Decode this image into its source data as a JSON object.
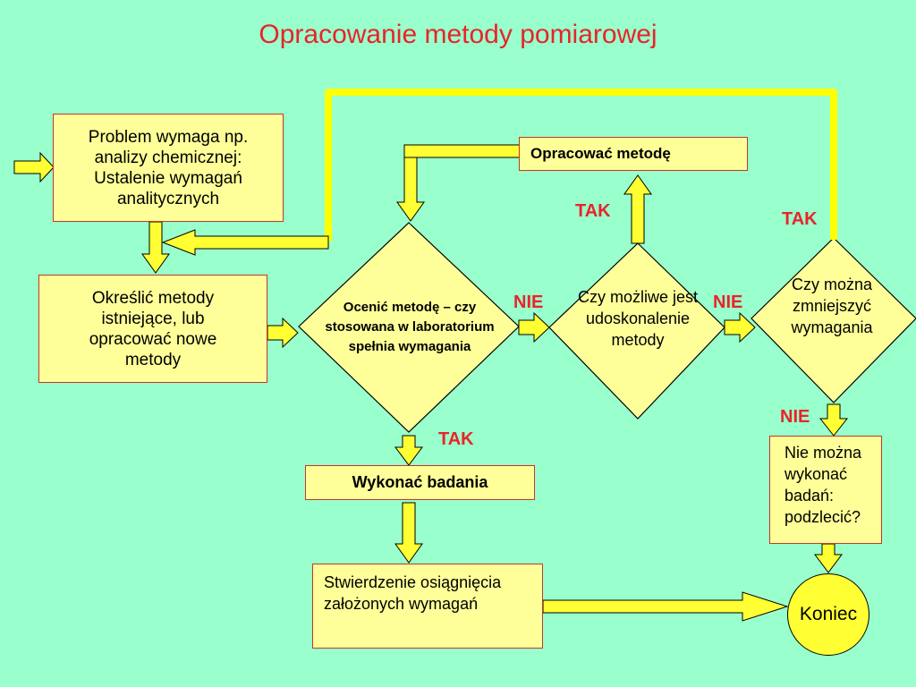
{
  "title": "Opracowanie metody pomiarowej",
  "nodes": {
    "problem": "Problem wymaga np. analizy chemicznej: Ustalenie wymagań analitycznych",
    "okreslic": "Określić metody istniejące, lub opracować nowe metody",
    "ocenic": "Ocenić metodę – czy stosowana w laboratorium spełnia wymagania",
    "opracowac": "Opracować metodę",
    "czy_mozliwe": "Czy możliwe jest udoskonalenie metody",
    "czy_mozna": "Czy można zmniejszyć wymagania",
    "wykonac": "Wykonać badania",
    "stwierdzenie": "Stwierdzenie osiągnięcia założonych wymagań",
    "nie_mozna": "Nie można wykonać badań: podzlecić?",
    "koniec": "Koniec"
  },
  "labels": {
    "tak_1": "TAK",
    "tak_2": "TAK",
    "tak_3": "TAK",
    "nie_1": "NIE",
    "nie_2": "NIE",
    "nie_3": "NIE"
  },
  "colors": {
    "background": "#99FFCC",
    "box_fill": "#FFFF99",
    "box_border": "#C0392B",
    "arrow_fill": "#FFFF33",
    "title": "#E8242A",
    "label": "#E8242A"
  }
}
